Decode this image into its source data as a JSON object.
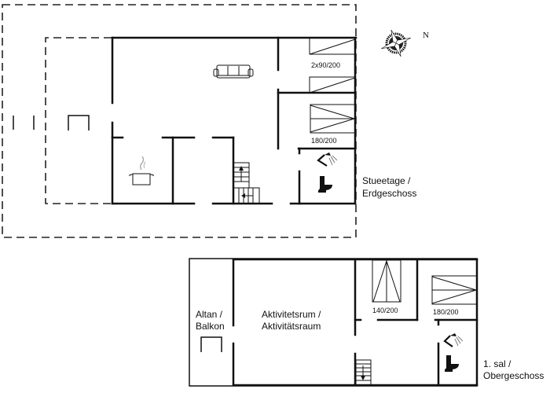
{
  "floor_ground": {
    "label_line1": "Stueetage /",
    "label_line2": "Erdgeschoss",
    "beds": [
      {
        "label": "2x90/200"
      },
      {
        "label": "180/200"
      }
    ],
    "icons": [
      "sofa-icon",
      "cooking-pot-icon",
      "staircase-up-icon",
      "shower-icon",
      "toilet-icon",
      "terrace-chair-icon"
    ]
  },
  "floor_upper": {
    "label_line1": "1. sal /",
    "label_line2": "Obergeschoss",
    "rooms": [
      {
        "line1": "Altan /",
        "line2": "Balkon"
      },
      {
        "line1": "Aktivitetsrum /",
        "line2": "Aktivitätsraum"
      }
    ],
    "beds": [
      {
        "label": "140/200"
      },
      {
        "label": "180/200"
      }
    ],
    "icons": [
      "staircase-down-icon",
      "shower-icon",
      "toilet-icon",
      "balcony-chair-icon"
    ]
  },
  "compass": {
    "north_label": "N"
  },
  "colors": {
    "wall": "#111111",
    "background": "#ffffff"
  }
}
